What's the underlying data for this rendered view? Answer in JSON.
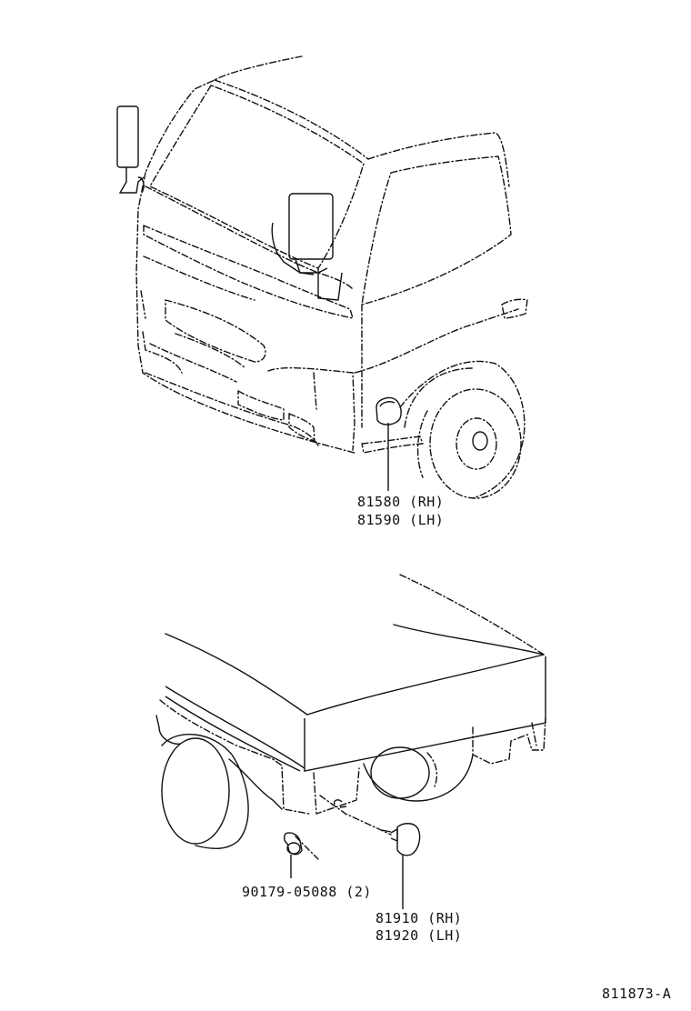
{
  "parts": {
    "front_rh": "81580 (RH)",
    "front_lh": "81590 (LH)",
    "screw": "90179-05088 (2)",
    "rear_rh": "81910 (RH)",
    "rear_lh": "81920 (LH)"
  },
  "illustration_code": "811873-A",
  "colors": {
    "ink": "#111111",
    "paper": "#ffffff"
  }
}
